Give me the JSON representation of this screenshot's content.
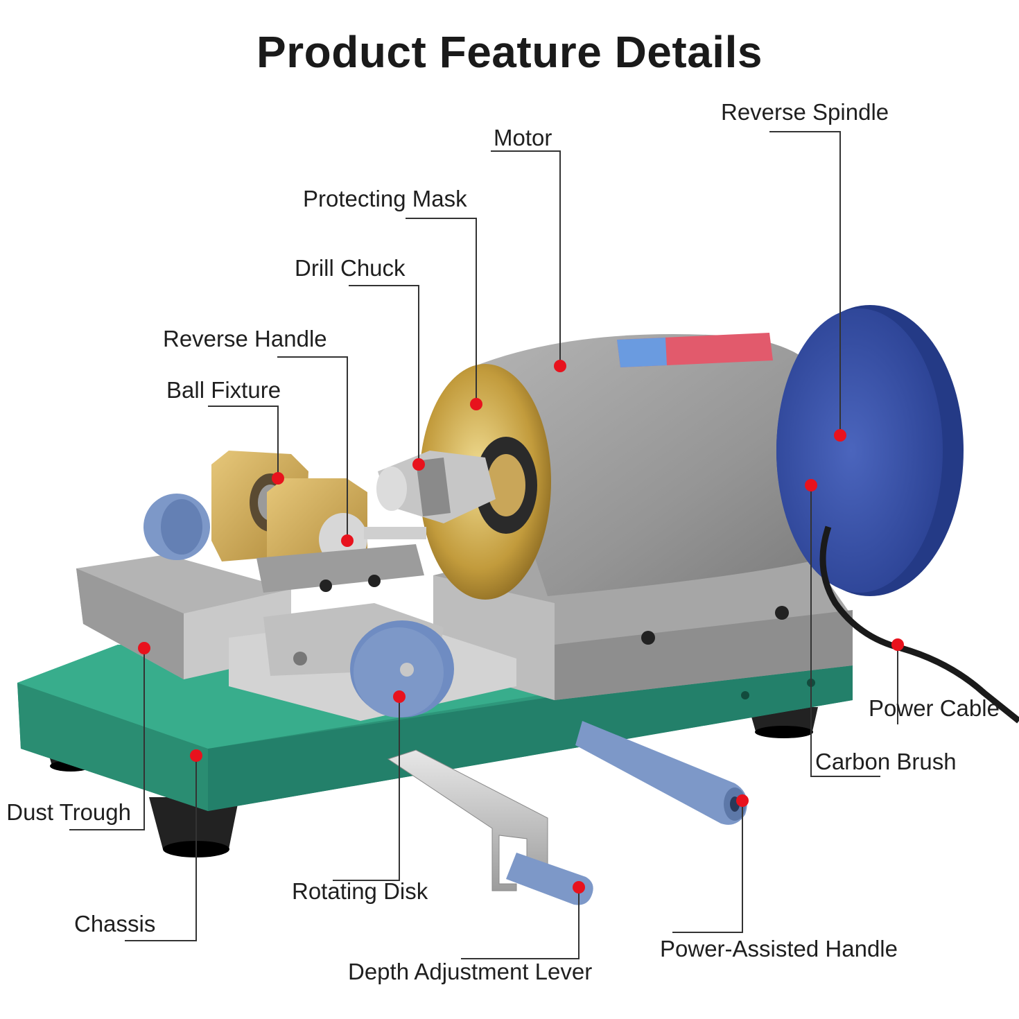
{
  "title": "Product Feature Details",
  "labels": {
    "reverse_spindle": "Reverse Spindle",
    "motor": "Motor",
    "protecting_mask": "Protecting Mask",
    "drill_chuck": "Drill Chuck",
    "reverse_handle": "Reverse Handle",
    "ball_fixture": "Ball Fixture",
    "power_cable": "Power Cable",
    "carbon_brush": "Carbon Brush",
    "dust_trough": "Dust Trough",
    "rotating_disk": "Rotating Disk",
    "chassis": "Chassis",
    "power_assisted_handle": "Power-Assisted Handle",
    "depth_adjustment_lever": "Depth Adjustment Lever"
  },
  "colors": {
    "callout_dot": "#e8121d",
    "leader_line": "#333333",
    "base_green": "#2f9a7e",
    "motor_gray": "#9b9b9b",
    "disk_blue": "#3f58b0",
    "knob_blue": "#7d98c8",
    "brass": "#c9a659"
  }
}
